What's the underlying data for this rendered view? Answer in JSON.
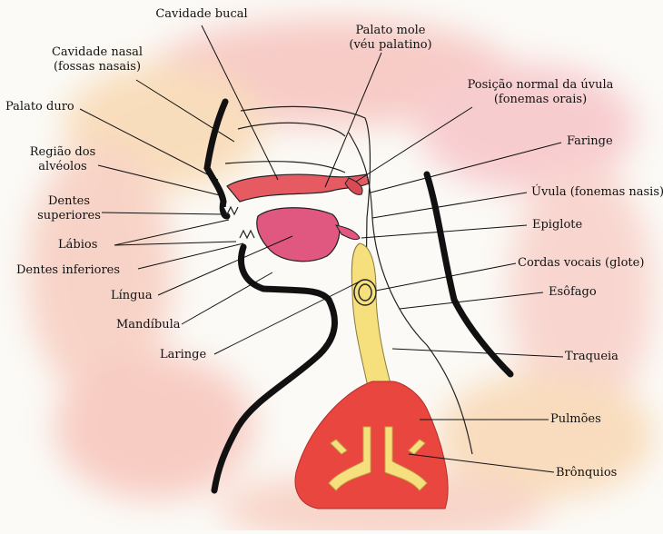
{
  "labels": {
    "cavidade_bucal": "Cavidade bucal",
    "cavidade_nasal_1": "Cavidade nasal",
    "cavidade_nasal_2": "(fossas nasais)",
    "palato_mole_1": "Palato mole",
    "palato_mole_2": "(véu palatino)",
    "palato_duro": "Palato duro",
    "posicao_uvula_1": "Posição normal da úvula",
    "posicao_uvula_2": "(fonemas orais)",
    "regiao_alveolos_1": "Região dos",
    "regiao_alveolos_2": "alvéolos",
    "faringe": "Faringe",
    "uvula_nasais": "Úvula (fonemas nasis)",
    "dentes_superiores_1": "Dentes",
    "dentes_superiores_2": "superiores",
    "epiglote": "Epiglote",
    "labios": "Lábios",
    "cordas_vocais": "Cordas vocais (glote)",
    "dentes_inferiores": "Dentes inferiores",
    "esofago": "Esôfago",
    "lingua": "Língua",
    "mandibula": "Mandíbula",
    "laringe": "Laringe",
    "traqueia": "Traqueia",
    "pulmoes": "Pulmões",
    "bronquios": "Brônquios"
  },
  "colors": {
    "outline": "#111111",
    "tongue": "#e0577f",
    "palate": "#e65a62",
    "trachea": "#f6e07e",
    "lungs": "#e8463f",
    "watercolor": "#f3a3a0"
  }
}
